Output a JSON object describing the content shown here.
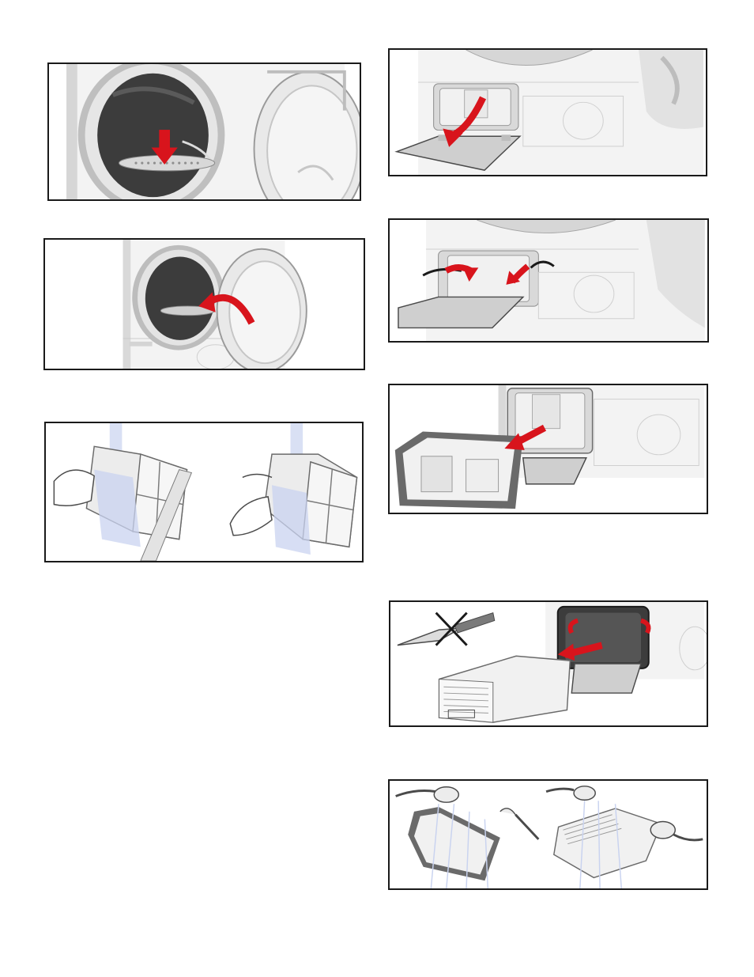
{
  "page": {
    "background": "#ffffff"
  },
  "colors": {
    "arrow_red": "#d8141c",
    "frame_black": "#1a1a1a",
    "appliance_white": "#f1f1f1",
    "shade_grey": "#bdbdbd",
    "drum_dark": "#3c3c3c",
    "water_blue": "#c9d3f0"
  },
  "figures": [
    {
      "id": "fig1",
      "icon": "dryer-door-open-filter-arrow-down-icon"
    },
    {
      "id": "fig2",
      "icon": "dryer-door-open-filter-insert-arrow-icon"
    },
    {
      "id": "fig3",
      "icon": "fluff-filter-open-hands-icon"
    },
    {
      "id": "fig4",
      "icon": "maintenance-flap-open-arrow-icon"
    },
    {
      "id": "fig5",
      "icon": "unlock-levers-arrows-icon"
    },
    {
      "id": "fig6",
      "icon": "pull-out-filter-housing-icon"
    },
    {
      "id": "fig7",
      "icon": "no-knife-remove-condenser-icon"
    },
    {
      "id": "fig8",
      "icon": "rinse-under-shower-icon"
    }
  ]
}
